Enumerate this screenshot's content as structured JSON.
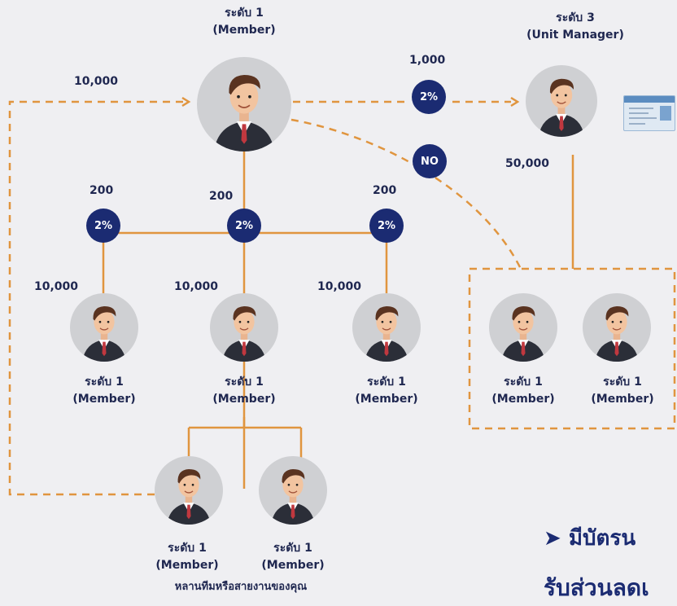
{
  "top": {
    "level1_title": "ระดับ 1",
    "level1_sub": "(Member)",
    "level3_title": "ระดับ 3",
    "level3_sub": "(Unit Manager)"
  },
  "amounts": {
    "left_loop": "10,000",
    "to_manager": "1,000",
    "manager": "50,000",
    "branch_left": "200",
    "branch_mid": "200",
    "branch_right": "200",
    "child_left": "10,000",
    "child_mid": "10,000",
    "child_right": "10,000"
  },
  "badges": {
    "to_manager": "2%",
    "no": "NO",
    "branch_left": "2%",
    "branch_mid": "2%",
    "branch_right": "2%"
  },
  "members": {
    "level_label": "ระดับ 1",
    "role_label": "(Member)"
  },
  "caption": "หลานทีมหรือสายงานของคุณ",
  "bullet_text": "➤ มีบัตรน",
  "bottom_line": "รับส่วนลดเ",
  "colors": {
    "background": "#efeff2",
    "navy": "#1b2b72",
    "orange": "#e0953f",
    "text": "#1f2750"
  }
}
